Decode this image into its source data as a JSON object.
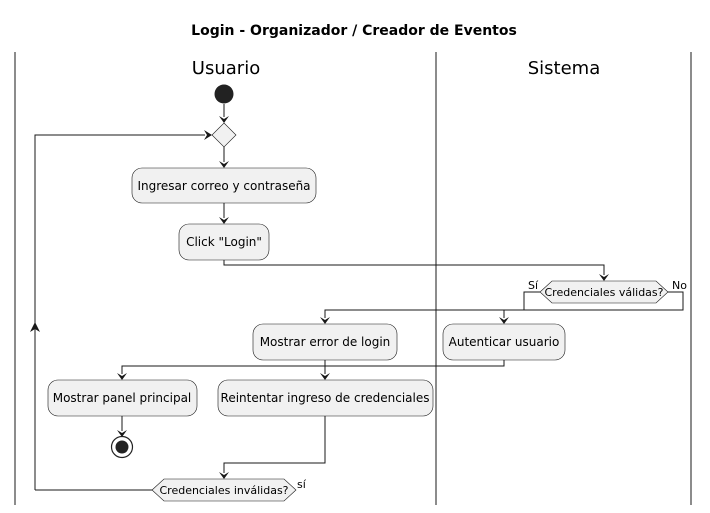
{
  "title": "Login - Organizador / Creador de Eventos",
  "lanes": {
    "user": "Usuario",
    "system": "Sistema"
  },
  "nodes": {
    "enter_credentials": "Ingresar correo y contraseña",
    "click_login": "Click \"Login\"",
    "valid_credentials": "Credenciales válidas?",
    "show_error": "Mostrar error de login",
    "authenticate": "Autenticar usuario",
    "show_main_panel": "Mostrar panel principal",
    "retry_credentials": "Reintentar ingreso de credenciales",
    "invalid_credentials": "Credenciales inválidas?"
  },
  "edge_labels": {
    "yes_valid": "Sí",
    "no_valid": "No",
    "yes_invalid": "sí"
  }
}
